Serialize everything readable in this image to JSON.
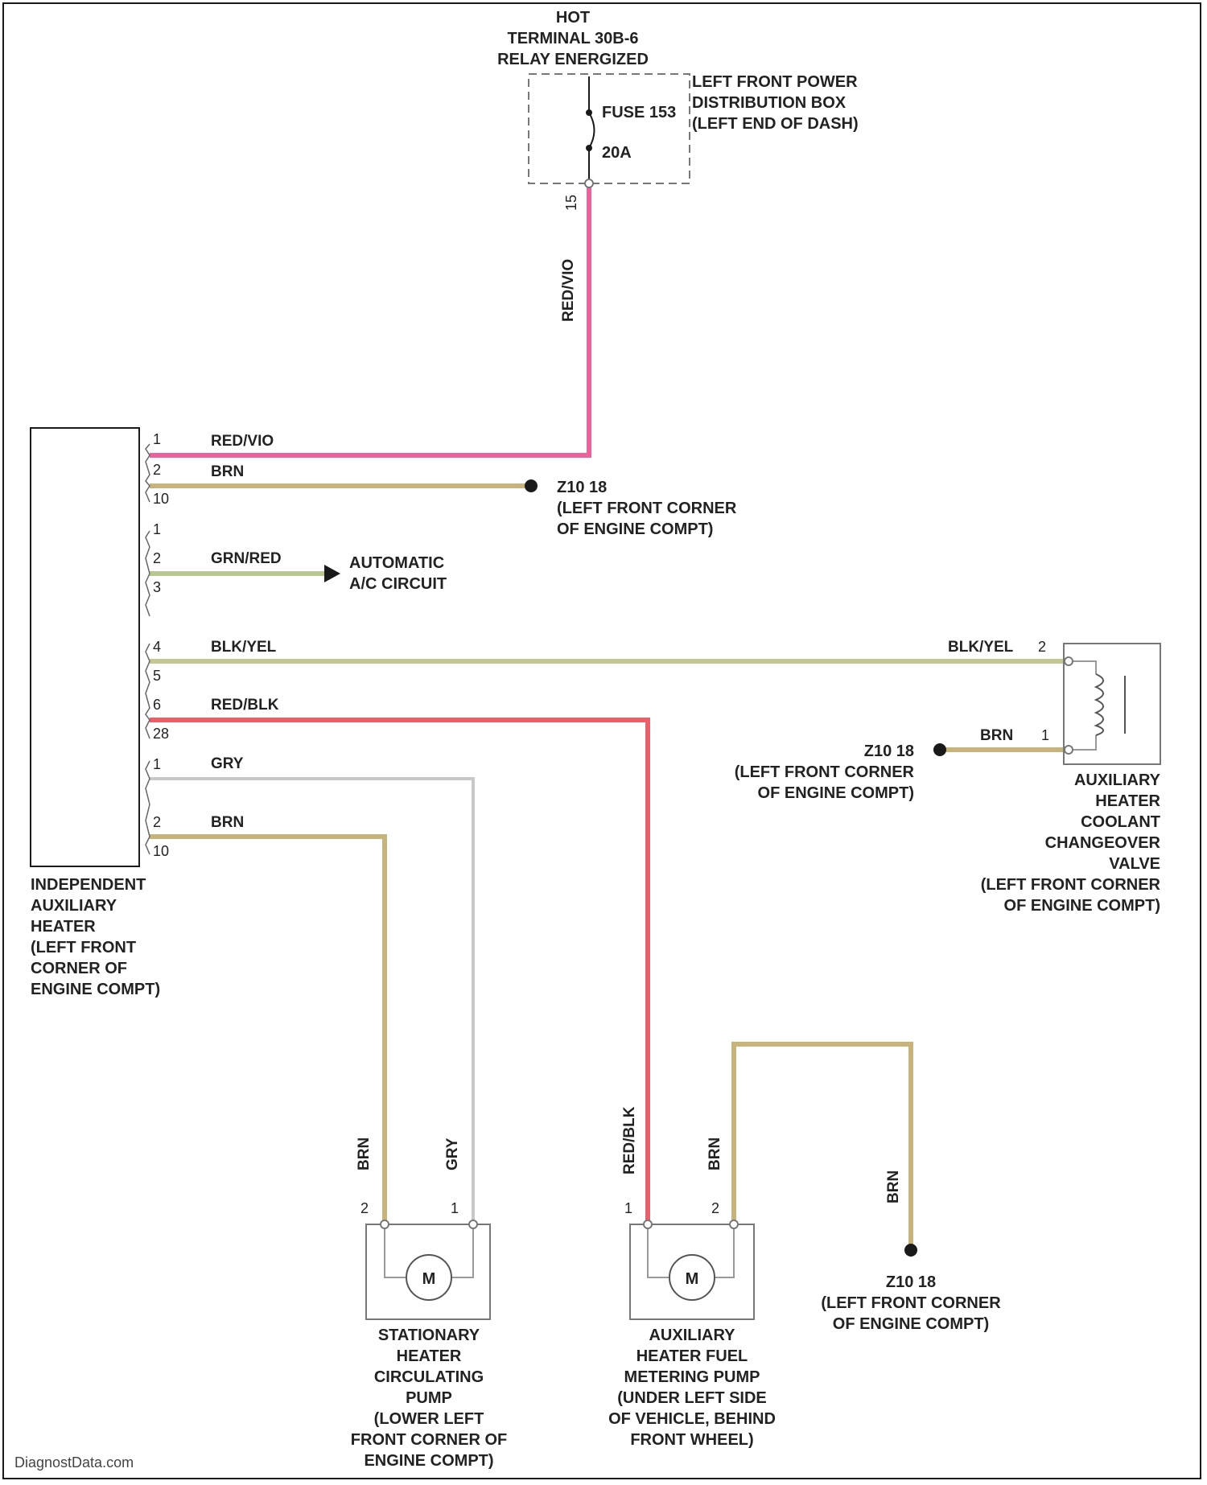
{
  "power_source": {
    "title_lines": [
      "HOT",
      "TERMINAL 30B-6",
      "RELAY ENERGIZED"
    ],
    "fuse_label": "FUSE 153",
    "fuse_rating": "20A",
    "box_lines": [
      "LEFT FRONT POWER",
      "DISTRIBUTION BOX",
      "(LEFT END OF DASH)"
    ],
    "out_pin": "15",
    "wire_label": "RED/VIO"
  },
  "heater_module": {
    "label_lines": [
      "INDEPENDENT",
      "AUXILIARY",
      "HEATER",
      "(LEFT FRONT",
      "CORNER OF",
      "ENGINE COMPT)"
    ],
    "connectors": [
      {
        "pins": [
          "1",
          "2",
          "10"
        ],
        "wires": [
          {
            "pin": "1",
            "color": "RED/VIO"
          },
          {
            "pin": "2",
            "color": "BRN"
          }
        ]
      },
      {
        "pins": [
          "1",
          "2",
          "3"
        ],
        "wires": [
          {
            "pin": "2",
            "color": "GRN/RED"
          }
        ]
      },
      {
        "pins": [
          "4",
          "5",
          "6",
          "28"
        ],
        "wires": [
          {
            "pin": "4",
            "color": "BLK/YEL"
          },
          {
            "pin": "6",
            "color": "RED/BLK"
          }
        ]
      },
      {
        "pins": [
          "1",
          "2",
          "10"
        ],
        "wires": [
          {
            "pin": "1",
            "color": "GRY"
          },
          {
            "pin": "2",
            "color": "BRN"
          }
        ]
      }
    ]
  },
  "ground_top": {
    "lines": [
      "Z10 18",
      "(LEFT FRONT CORNER",
      "OF ENGINE COMPT)"
    ]
  },
  "ac_circuit": {
    "lines": [
      "AUTOMATIC",
      "A/C CIRCUIT"
    ]
  },
  "coolant_valve": {
    "wire_top": "BLK/YEL",
    "pin_top": "2",
    "wire_bottom": "BRN",
    "pin_bottom": "1",
    "ground_lines": [
      "Z10 18",
      "(LEFT FRONT CORNER",
      "OF ENGINE COMPT)"
    ],
    "label_lines": [
      "AUXILIARY",
      "HEATER",
      "COOLANT",
      "CHANGEOVER",
      "VALVE",
      "(LEFT FRONT CORNER",
      "OF ENGINE COMPT)"
    ]
  },
  "circ_pump": {
    "wire_left": "BRN",
    "wire_right": "GRY",
    "pin_left": "2",
    "pin_right": "1",
    "motor": "M",
    "label_lines": [
      "STATIONARY",
      "HEATER",
      "CIRCULATING",
      "PUMP",
      "(LOWER LEFT",
      "FRONT CORNER OF",
      "ENGINE COMPT)"
    ]
  },
  "fuel_pump": {
    "wire_left": "RED/BLK",
    "wire_right": "BRN",
    "pin_left": "1",
    "pin_right": "2",
    "motor": "M",
    "label_lines": [
      "AUXILIARY",
      "HEATER FUEL",
      "METERING PUMP",
      "(UNDER LEFT SIDE",
      "OF VEHICLE, BEHIND",
      "FRONT WHEEL)"
    ]
  },
  "ground_bottom": {
    "wire": "BRN",
    "lines": [
      "Z10 18",
      "(LEFT FRONT CORNER",
      "OF ENGINE COMPT)"
    ]
  },
  "credit": "DiagnostData.com",
  "colors": {
    "red_vio": "#f0609a",
    "red_blk": "#e8606a",
    "brn": "#c8b47a",
    "grn_red": "#b8c890",
    "blk_yel": "#c4c890",
    "gry": "#c8c8c8",
    "line": "#1a1a1a"
  }
}
